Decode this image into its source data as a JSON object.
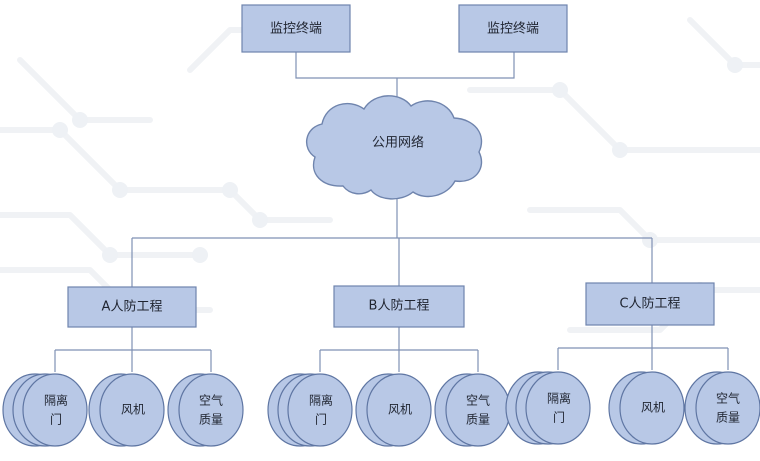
{
  "monitor_terminals": [
    "监控终端",
    "监控终端"
  ],
  "network": "公用网络",
  "projects": [
    {
      "title": "A人防工程",
      "devices": [
        "隔离门",
        "风机",
        "空气质量"
      ]
    },
    {
      "title": "B人防工程",
      "devices": [
        "隔离门",
        "风机",
        "空气质量"
      ]
    },
    {
      "title": "C人防工程",
      "devices": [
        "隔离门",
        "风机",
        "空气质量"
      ]
    }
  ],
  "colors": {
    "node_fill": "#b8c8e6",
    "node_stroke": "#6f84ad",
    "line": "#7f91b4",
    "background": "#ffffff"
  }
}
